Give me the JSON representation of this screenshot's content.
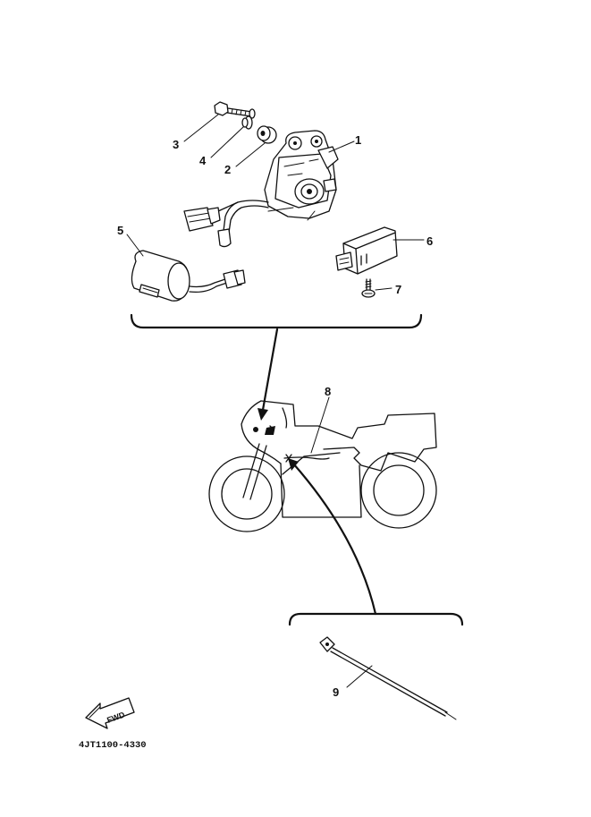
{
  "callouts": [
    {
      "id": "1",
      "label": "1",
      "part": "sensor-assembly"
    },
    {
      "id": "2",
      "label": "2",
      "part": "collar"
    },
    {
      "id": "3",
      "label": "3",
      "part": "bolt"
    },
    {
      "id": "4",
      "label": "4",
      "part": "grommet"
    },
    {
      "id": "5",
      "label": "5",
      "part": "condenser"
    },
    {
      "id": "6",
      "label": "6",
      "part": "relay"
    },
    {
      "id": "7",
      "label": "7",
      "part": "screw"
    },
    {
      "id": "8",
      "label": "8",
      "part": "wire-harness"
    },
    {
      "id": "9",
      "label": "9",
      "part": "cable-band"
    }
  ],
  "direction_badge": "FWD",
  "diagram_code": "4JT1100-4330",
  "colors": {
    "ink": "#111111",
    "paper": "#ffffff"
  }
}
